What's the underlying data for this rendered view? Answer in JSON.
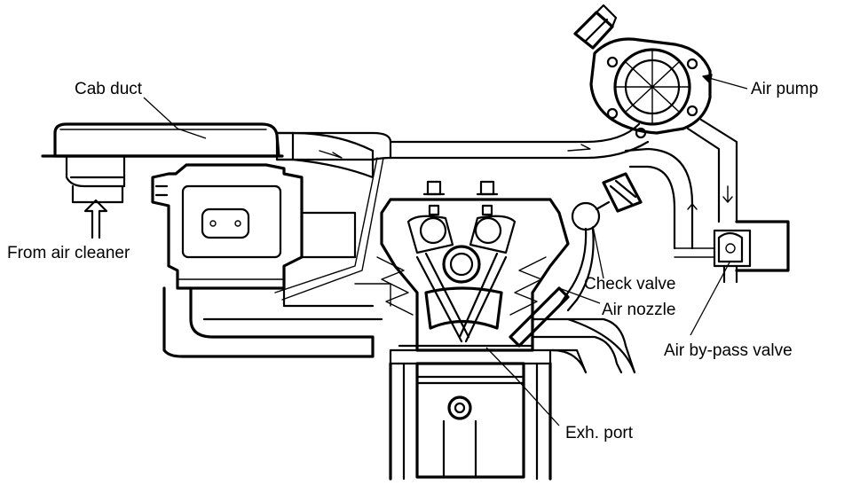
{
  "labels": {
    "cab_duct": "Cab duct",
    "air_pump": "Air pump",
    "from_air_cleaner": "From air cleaner",
    "check_valve": "Check valve",
    "air_nozzle": "Air nozzle",
    "air_bypass_valve": "Air by-pass valve",
    "exh_port": "Exh. port"
  }
}
